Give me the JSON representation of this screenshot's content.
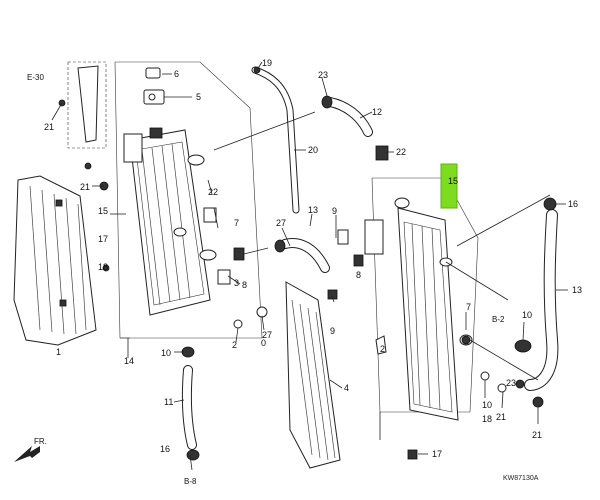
{
  "diagram": {
    "highlight_color": "#7ddc1f",
    "callouts": {
      "c1": "1",
      "c2": "2",
      "c3": "2",
      "c4": "3",
      "c5": "4",
      "c6": "5",
      "c7": "6",
      "c8": "7",
      "c9": "7",
      "c10": "8",
      "c11": "8",
      "c12": "9",
      "c13": "9",
      "c14": "10",
      "c15": "10",
      "c16": "10",
      "c17": "11",
      "c18": "12",
      "c19": "13",
      "c20": "13",
      "c21": "14",
      "c22": "15",
      "c23": "15",
      "c24": "16",
      "c25": "16",
      "c26": "17",
      "c27": "17",
      "c28": "18",
      "c29": "18",
      "c30": "19",
      "c31": "20",
      "c32": "21",
      "c33": "21",
      "c34": "21",
      "c35": "21",
      "c36": "22",
      "c37": "22",
      "c38": "23",
      "c39": "23",
      "c40": "27",
      "c41": "27",
      "c42": "0"
    },
    "refs": {
      "r1": "E-30",
      "r2": "B-2",
      "r3": "B-8",
      "r4": "FR."
    },
    "code": "KW87130A"
  }
}
